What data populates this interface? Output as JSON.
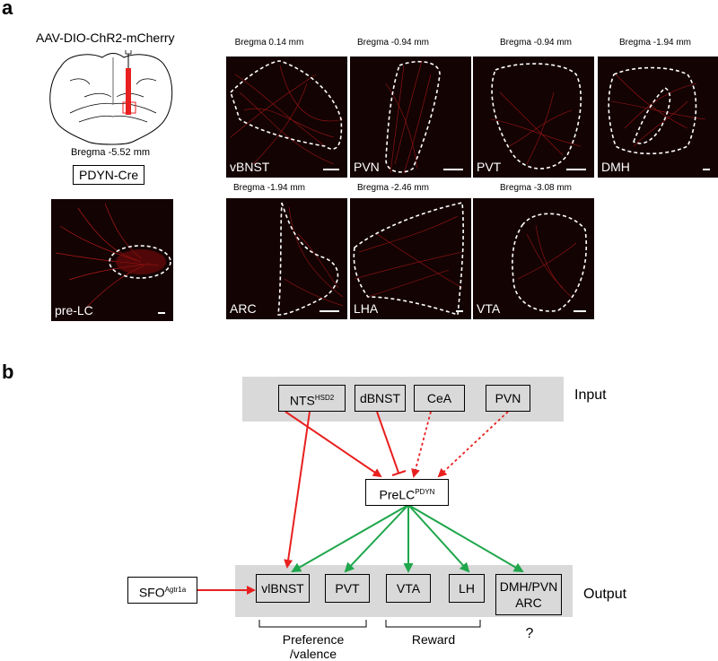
{
  "panel_a": {
    "letter": "a",
    "virus_label": "AAV-DIO-ChR2-mCherry",
    "schematic_bregma": "Bregma -5.52 mm",
    "mouse_line": "PDYN-Cre",
    "injection_image": {
      "label": "pre-LC"
    },
    "row1": [
      {
        "bregma": "Bregma 0.14 mm",
        "label": "vBNST"
      },
      {
        "bregma": "Bregma -0.94 mm",
        "label": "PVN"
      },
      {
        "bregma": "Bregma -0.94 mm",
        "label": "PVT"
      },
      {
        "bregma": "Bregma -1.94 mm",
        "label": "DMH"
      }
    ],
    "row2": [
      {
        "bregma": "Bregma -1.94 mm",
        "label": "ARC"
      },
      {
        "bregma": "Bregma -2.46 mm",
        "label": "LHA"
      },
      {
        "bregma": "Bregma -3.08 mm",
        "label": "VTA"
      }
    ]
  },
  "panel_b": {
    "letter": "b",
    "input_label": "Input",
    "output_label": "Output",
    "inputs": [
      {
        "name": "NTS",
        "sup": "HSD2"
      },
      {
        "name": "dBNST",
        "sup": ""
      },
      {
        "name": "CeA",
        "sup": ""
      },
      {
        "name": "PVN",
        "sup": ""
      }
    ],
    "hub": {
      "name": "PreLC",
      "sup": "PDYN"
    },
    "sfo": {
      "name": "SFO",
      "sup": "Agtr1a"
    },
    "outputs": [
      {
        "name": "vlBNST"
      },
      {
        "name": "PVT"
      },
      {
        "name": "VTA"
      },
      {
        "name": "LH"
      },
      {
        "line1": "DMH/PVN",
        "line2": "ARC"
      }
    ],
    "groups": [
      {
        "line1": "Preference",
        "line2": "/valence"
      },
      {
        "line1": "Reward"
      },
      {
        "line1": "?"
      }
    ],
    "colors": {
      "excitatory": "#e8201f",
      "output_arrow": "#1ea64b",
      "box_bg": "#d9d9d9"
    }
  }
}
